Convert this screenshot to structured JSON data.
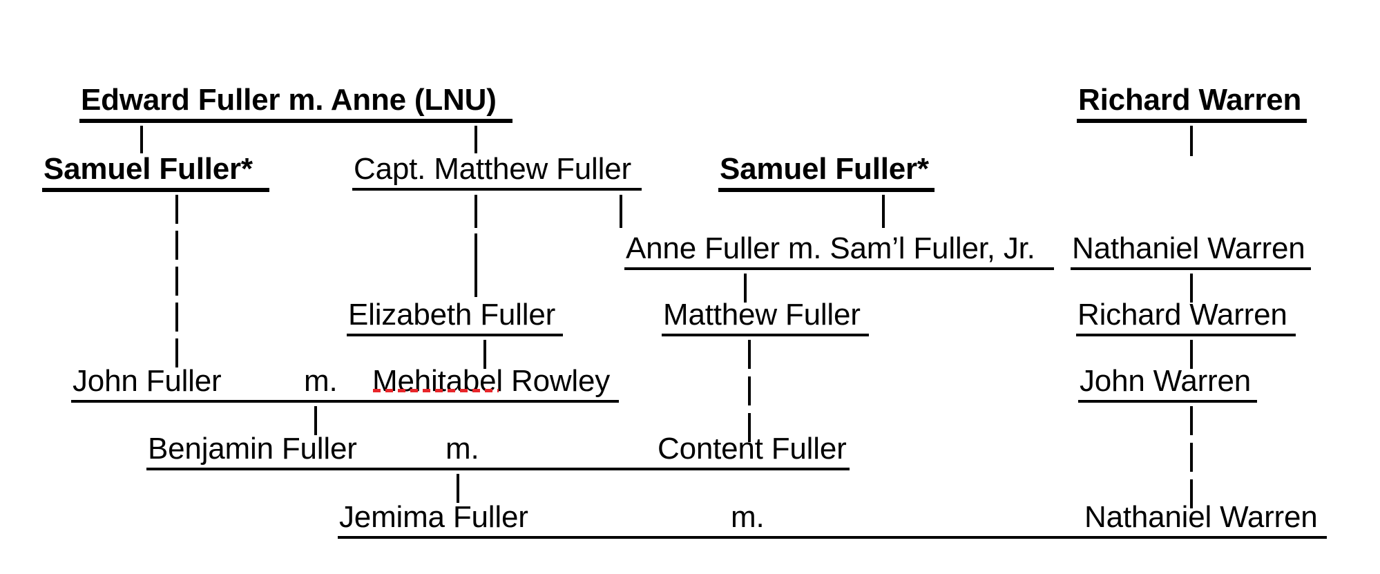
{
  "document": {
    "type": "genealogy-descent-chart",
    "title": "Fuller / Warren descent chart"
  },
  "generations": [
    {
      "row": 1,
      "nodes": [
        {
          "id": "edward-fuller-anne",
          "text": "Edward Fuller m. Anne (LNU)",
          "bold": true,
          "underline": true
        },
        {
          "id": "richard-warren-1",
          "text": "Richard Warren",
          "bold": true,
          "underline": true
        }
      ]
    },
    {
      "row": 2,
      "nodes": [
        {
          "id": "samuel-fuller-left",
          "text": "Samuel Fuller*",
          "bold": true,
          "underline": true
        },
        {
          "id": "capt-matthew-fuller",
          "text": "Capt. Matthew Fuller",
          "bold": false,
          "underline": true
        },
        {
          "id": "samuel-fuller-right",
          "text": "Samuel Fuller*",
          "bold": true,
          "underline": true
        }
      ]
    },
    {
      "row": 3,
      "nodes": [
        {
          "id": "anne-fuller-samuel-jr",
          "text": "Anne Fuller m. Sam’l Fuller, Jr.",
          "bold": false,
          "underline": true
        },
        {
          "id": "nathaniel-warren-1",
          "text": "Nathaniel Warren",
          "bold": false,
          "underline": true
        }
      ]
    },
    {
      "row": 4,
      "nodes": [
        {
          "id": "elizabeth-fuller",
          "text": "Elizabeth Fuller",
          "bold": false,
          "underline": true
        },
        {
          "id": "matthew-fuller",
          "text": "Matthew Fuller",
          "bold": false,
          "underline": true
        },
        {
          "id": "richard-warren-2",
          "text": "Richard Warren",
          "bold": false,
          "underline": true
        }
      ]
    },
    {
      "row": 5,
      "nodes": [
        {
          "id": "john-fuller",
          "text": "John Fuller",
          "bold": false,
          "underline": true
        },
        {
          "id": "marriage-mark-1",
          "text": "m.",
          "bold": false,
          "underline": false
        },
        {
          "id": "mehitabel-rowley",
          "text": "Mehitabel Rowley",
          "bold": false,
          "underline": true,
          "spellcheck_word": "Mehitabel"
        },
        {
          "id": "john-warren",
          "text": "John Warren",
          "bold": false,
          "underline": true
        }
      ]
    },
    {
      "row": 6,
      "nodes": [
        {
          "id": "benjamin-fuller",
          "text": "Benjamin Fuller",
          "bold": false,
          "underline": true
        },
        {
          "id": "marriage-mark-2",
          "text": "m.",
          "bold": false,
          "underline": false
        },
        {
          "id": "content-fuller",
          "text": "Content Fuller",
          "bold": false,
          "underline": true
        }
      ]
    },
    {
      "row": 7,
      "nodes": [
        {
          "id": "jemima-fuller",
          "text": "Jemima Fuller",
          "bold": false,
          "underline": true
        },
        {
          "id": "marriage-mark-3",
          "text": "m.",
          "bold": false,
          "underline": false
        },
        {
          "id": "nathaniel-warren-2",
          "text": "Nathaniel Warren",
          "bold": false,
          "underline": true
        }
      ]
    }
  ],
  "colors": {
    "text": "#000000",
    "rule": "#000000",
    "spellcheck_underline": "#e8262a",
    "background": "#ffffff"
  },
  "notes": {
    "asterisk_meaning": "*",
    "marriage_abbreviation": "m."
  }
}
